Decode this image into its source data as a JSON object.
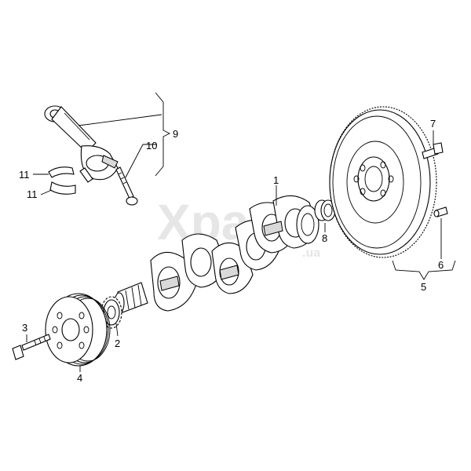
{
  "watermark": {
    "main": "Xpa",
    "sub": ".ua"
  },
  "labels": {
    "p1": "1",
    "p2": "2",
    "p3": "3",
    "p4": "4",
    "p5": "5",
    "p6": "6",
    "p7": "7",
    "p8": "8",
    "p9": "9",
    "p10": "10",
    "p11a": "11",
    "p11b": "11"
  },
  "parts": [
    "connecting-rod",
    "conrod-bolt",
    "bearing-shell-upper",
    "bearing-shell-lower",
    "crankshaft",
    "crank-sprocket",
    "pulley-bolt",
    "vibration-damper-pulley",
    "flywheel",
    "dowel-pin",
    "flywheel-bolt",
    "needle-bearing"
  ]
}
